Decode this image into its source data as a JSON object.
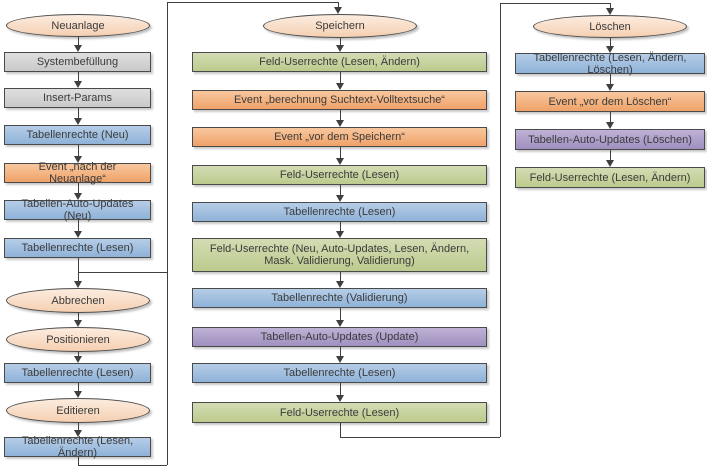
{
  "diagram": {
    "type": "flowchart",
    "language": "de",
    "colors": {
      "ellipse_fill": "#F8DFC9",
      "gray_fill": "#D3D3D3",
      "blue_fill": "#A3C1E0",
      "orange_fill": "#F4B183",
      "green_fill": "#C6D39E",
      "purple_fill": "#B0A1C9",
      "shape_border": "#4A4A4A",
      "connector": "#3F3F3F",
      "text": "#3B3B3B"
    },
    "columns": {
      "neuanlage": {
        "items": [
          {
            "label": "Neuanlage",
            "type": "ellipse",
            "color": "peach"
          },
          {
            "label": "Systembefüllung",
            "type": "box",
            "color": "gray"
          },
          {
            "label": "Insert-Params",
            "type": "box",
            "color": "gray"
          },
          {
            "label": "Tabellenrechte (Neu)",
            "type": "box",
            "color": "blue"
          },
          {
            "label": "Event „nach der Neuanlage“",
            "type": "box",
            "color": "orange"
          },
          {
            "label": "Tabellen-Auto-Updates (Neu)",
            "type": "box",
            "color": "blue"
          },
          {
            "label": "Tabellenrechte (Lesen)",
            "type": "box",
            "color": "blue"
          },
          {
            "label": "Abbrechen",
            "type": "ellipse",
            "color": "peach"
          },
          {
            "label": "Positionieren",
            "type": "ellipse",
            "color": "peach"
          },
          {
            "label": "Tabellenrechte (Lesen)",
            "type": "box",
            "color": "blue"
          },
          {
            "label": "Editieren",
            "type": "ellipse",
            "color": "peach"
          },
          {
            "label": "Tabellenrechte (Lesen, Ändern)",
            "type": "box",
            "color": "blue"
          }
        ]
      },
      "speichern": {
        "items": [
          {
            "label": "Speichern",
            "type": "ellipse",
            "color": "peach"
          },
          {
            "label": "Feld-Userrechte (Lesen, Ändern)",
            "type": "box",
            "color": "green"
          },
          {
            "label": "Event „berechnung Suchtext-Volltextsuche“",
            "type": "box",
            "color": "orange"
          },
          {
            "label": "Event „vor dem Speichern“",
            "type": "box",
            "color": "orange"
          },
          {
            "label": "Feld-Userrechte (Lesen)",
            "type": "box",
            "color": "green"
          },
          {
            "label": "Tabellenrechte (Lesen)",
            "type": "box",
            "color": "blue"
          },
          {
            "label": "Feld-Userrechte (Neu, Auto-Updates, Lesen, Ändern, Mask. Validierung, Validierung)",
            "type": "box",
            "color": "green"
          },
          {
            "label": "Tabellenrechte (Validierung)",
            "type": "box",
            "color": "blue"
          },
          {
            "label": "Tabellen-Auto-Updates (Update)",
            "type": "box",
            "color": "purple"
          },
          {
            "label": "Tabellenrechte (Lesen)",
            "type": "box",
            "color": "blue"
          },
          {
            "label": "Feld-Userrechte (Lesen)",
            "type": "box",
            "color": "green"
          }
        ]
      },
      "loeschen": {
        "items": [
          {
            "label": "Löschen",
            "type": "ellipse",
            "color": "peach"
          },
          {
            "label": "Tabellenrechte (Lesen, Ändern, Löschen)",
            "type": "box",
            "color": "blue"
          },
          {
            "label": "Event „vor dem Löschen“",
            "type": "box",
            "color": "orange"
          },
          {
            "label": "Tabellen-Auto-Updates (Löschen)",
            "type": "box",
            "color": "purple"
          },
          {
            "label": "Feld-Userrechte (Lesen, Ändern)",
            "type": "box",
            "color": "green"
          }
        ]
      }
    }
  }
}
